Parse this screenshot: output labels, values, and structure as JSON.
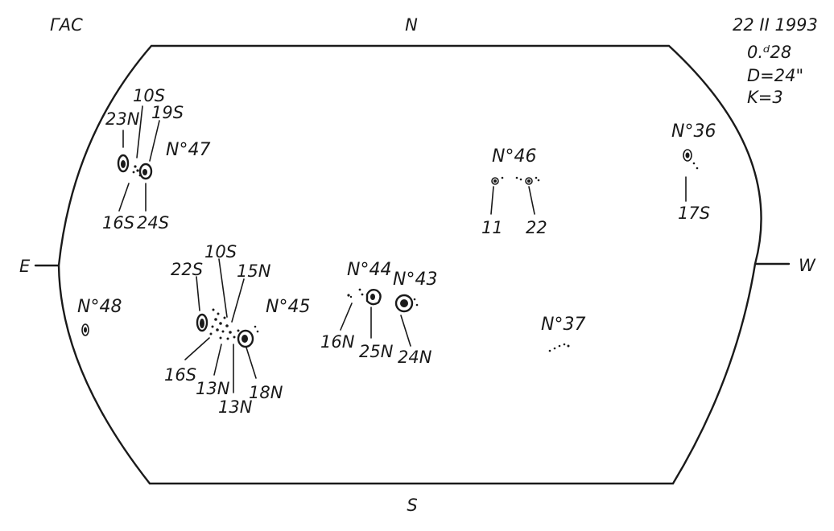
{
  "header": {
    "observatory": "ГАС",
    "date": "22 II 1993",
    "time": "0.ᵈ28",
    "diameter": "D=24\"",
    "quality": "K=3"
  },
  "directions": {
    "north": "N",
    "south": "S",
    "east": "E",
    "west": "W"
  },
  "groups": [
    {
      "id": "47",
      "label": "N°47",
      "spots": [
        "23N",
        "10S",
        "19S",
        "16S",
        "24S"
      ]
    },
    {
      "id": "46",
      "label": "N°46",
      "spots": [
        "11",
        "22"
      ]
    },
    {
      "id": "36",
      "label": "N°36",
      "spots": [
        "17S"
      ]
    },
    {
      "id": "48",
      "label": "N°48",
      "spots": []
    },
    {
      "id": "45",
      "label": "N°45",
      "spots": [
        "22S",
        "10S",
        "15N",
        "16S",
        "13N",
        "13N",
        "18N"
      ]
    },
    {
      "id": "44",
      "label": "N°44",
      "spots": [
        "16N",
        "25N"
      ]
    },
    {
      "id": "43",
      "label": "N°43",
      "spots": [
        "24N"
      ]
    },
    {
      "id": "37",
      "label": "N°37",
      "spots": []
    }
  ]
}
